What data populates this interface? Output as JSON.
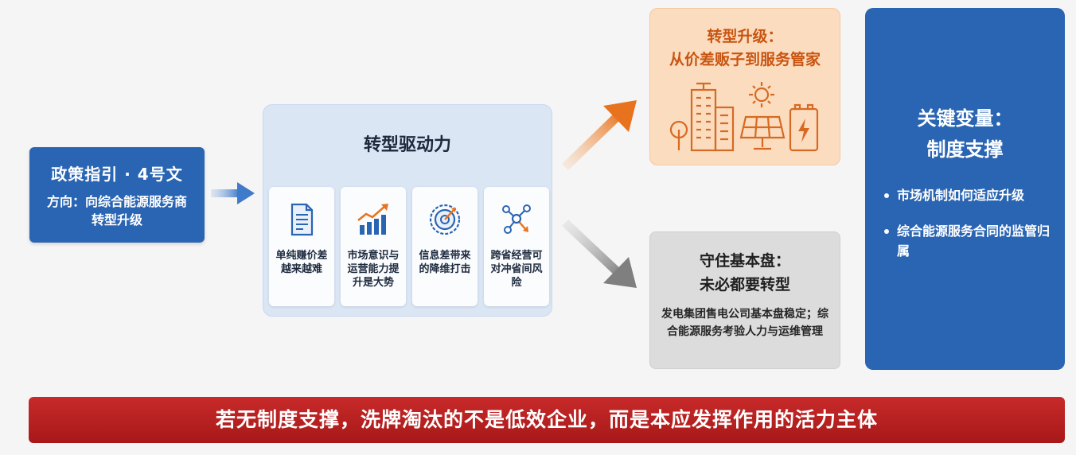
{
  "policy": {
    "title": "政策指引 · 4号文",
    "desc": "方向：向综合能源服务商转型升级"
  },
  "drivers": {
    "title": "转型驱动力",
    "cards": [
      {
        "icon": "document-icon",
        "label": "单纯赚价差越来越难"
      },
      {
        "icon": "growth-chart-icon",
        "label": "市场意识与运营能力提升是大势"
      },
      {
        "icon": "target-icon",
        "label": "信息差带来的降维打击"
      },
      {
        "icon": "network-icon",
        "label": "跨省经营可对冲省间风险"
      }
    ]
  },
  "upgrade": {
    "title_line1": "转型升级：",
    "title_line2": "从价差贩子到服务管家"
  },
  "baseline": {
    "title_line1": "守住基本盘：",
    "title_line2": "未必都要转型",
    "desc": "发电集团售电公司基本盘稳定；综合能源服务考验人力与运维管理"
  },
  "key_variable": {
    "title_line1": "关键变量：",
    "title_line2": "制度支撑",
    "bullets": [
      "市场机制如何适应升级",
      "综合能源服务合同的监管归属"
    ]
  },
  "banner": {
    "text": "若无制度支撑，洗牌淘汰的不是低效企业，而是本应发挥作用的活力主体"
  },
  "colors": {
    "primary_blue": "#2a65b3",
    "orange": "#e8731f",
    "red": "#b81f1f"
  }
}
